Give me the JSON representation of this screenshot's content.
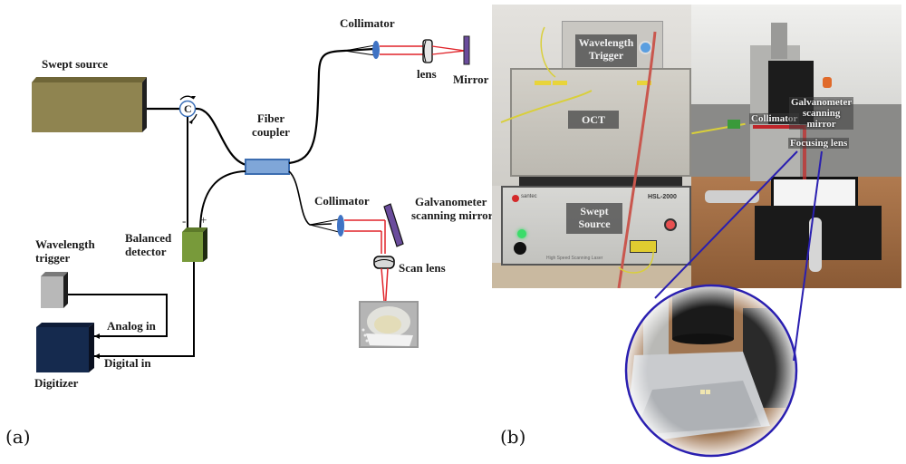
{
  "panel_a": {
    "label": "(a)",
    "components": {
      "swept_source": "Swept source",
      "circulator": "C",
      "fiber_coupler_line1": "Fiber",
      "fiber_coupler_line2": "coupler",
      "collimator_ref": "Collimator",
      "lens": "lens",
      "mirror": "Mirror",
      "collimator_sample": "Collimator",
      "galvo_line1": "Galvanometer",
      "galvo_line2": "scanning mirror",
      "scan_lens": "Scan lens",
      "balanced_detector_line1": "Balanced",
      "balanced_detector_line2": "detector",
      "minus": "-",
      "plus": "+",
      "wavelength_trigger_line1": "Wavelength",
      "wavelength_trigger_line2": "trigger",
      "analog_in": "Analog in",
      "digital_in": "Digital in",
      "digitizer": "Digitizer"
    },
    "colors": {
      "swept_source": "#8f8450",
      "fiber_coupler": "#7fa6d8",
      "collimator": "#3f73c4",
      "beam": "#e0242a",
      "mirror": "#6a4c9c",
      "detector": "#789a3a",
      "trigger": "#b8b8b8",
      "digitizer": "#152a4e"
    }
  },
  "panel_b": {
    "label": "(b)",
    "photo_left": {
      "wavelength_trigger_line1": "Wavelength",
      "wavelength_trigger_line2": "Trigger",
      "oct": "OCT",
      "swept_source_line1": "Swept",
      "swept_source_line2": "Source",
      "brand": "santec",
      "model": "HSL-2000",
      "front_caption": "High Speed Scanning Laser"
    },
    "photo_right": {
      "collimator": "Collimator",
      "galvo_line1": "Galvanometer",
      "galvo_line2": "scanning",
      "galvo_line3": "mirror",
      "focusing_lens": "Focusing lens"
    },
    "colors": {
      "zoom_outline": "#2a1fb0"
    }
  }
}
